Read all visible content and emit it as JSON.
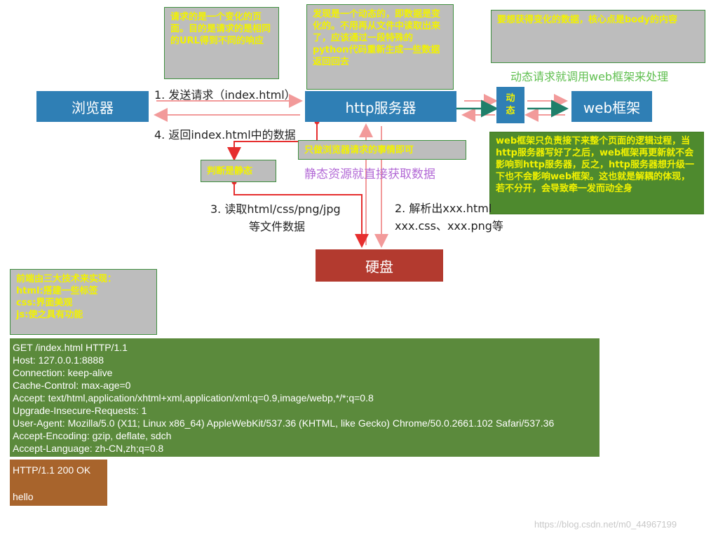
{
  "nodes": {
    "browser": "浏览器",
    "http_server": "http服务器",
    "dynamic": "动\n态",
    "web_framework": "web框架",
    "disk": "硬盘",
    "judge_static": "判断是静态"
  },
  "notes": {
    "request_note": "请求的是一个变化的页面。目的是请求的是相同的URL得到不同的响应",
    "dynamic_note": "发现是一个动态的，即数据是变化的。不用再从文件中读取出来了，应该通过一段特殊的python代码重新生成一些数据返回回去",
    "body_note": "要想获得变化的数据，核心点是body的内容",
    "browser_only_note": "只做浏览器请求的事情即可",
    "decouple_note": "web框架只负责接下来整个页面的逻辑过程，当http服务器写好了之后，web框架再更新就不会影响到http服务器，反之，http服务器想升级一下也不会影响web框架。这也就是解耦的体现，若不分开，会导致牵一发而动全身",
    "frontend_note": [
      "前端由三大技术来实现：",
      "html:搭建一些标签",
      "css:界面美观",
      "js:使之具有功能"
    ]
  },
  "labels": {
    "step1": "1. 发送请求（index.html）",
    "step4": "4. 返回index.html中的数据",
    "step3_line1": "3. 读取html/css/png/jpg",
    "step3_line2": "等文件数据",
    "step2_line1": "2. 解析出xxx.html",
    "step2_line2": "xxx.css、xxx.png等",
    "dynamic_caption": "动态请求就调用web框架来处理",
    "static_caption": "静态资源就直接获取数据"
  },
  "request_headers": [
    "GET /index.html HTTP/1.1",
    "Host: 127.0.0.1:8888",
    "Connection: keep-alive",
    "Cache-Control: max-age=0",
    "Accept: text/html,application/xhtml+xml,application/xml;q=0.9,image/webp,*/*;q=0.8",
    "Upgrade-Insecure-Requests: 1",
    "User-Agent: Mozilla/5.0 (X11; Linux x86_64) AppleWebKit/537.36 (KHTML, like Gecko) Chrome/50.0.2661.102 Safari/537.36",
    "Accept-Encoding: gzip, deflate, sdch",
    "Accept-Language: zh-CN,zh;q=0.8"
  ],
  "response": {
    "status": "HTTP/1.1 200 OK",
    "body": "hello"
  },
  "watermark": "https://blog.csdn.net/m0_44967199",
  "colors": {
    "node_blue": "#2f7fb5",
    "disk_red": "#b33a2f",
    "note_gray": "#bdbdbd",
    "note_text_yellow": "#f2f200",
    "request_green": "#5b8a3c",
    "response_brown": "#a8642c",
    "arrow_red": "#e62e2e",
    "arrow_teal": "#1f7f6a",
    "caption_green": "#5fbf4f",
    "caption_purple": "#b36ad6"
  }
}
